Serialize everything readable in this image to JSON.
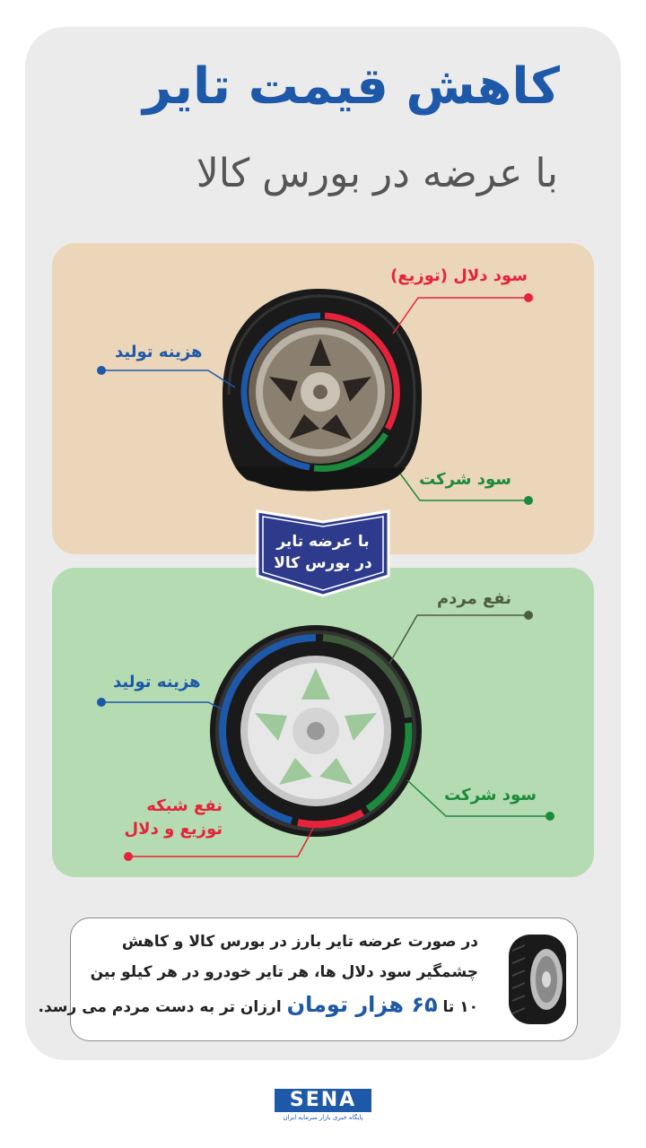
{
  "header": {
    "title": "کاهش قیمت تایر",
    "subtitle": "با عرضه در بورس کالا"
  },
  "before": {
    "labels": {
      "dealer_profit": "سود دلال (توزیع)",
      "production_cost": "هزینه تولید",
      "company_profit": "سود شرکت"
    }
  },
  "badge": {
    "line1": "با عرضه تایر",
    "line2": "در بورس کالا"
  },
  "after": {
    "labels": {
      "public_benefit": "نفع مردم",
      "production_cost": "هزینه تولید",
      "company_profit": "سود شرکت",
      "network_benefit_line1": "نفع شبکه",
      "network_benefit_line2": "توزیع و دلال"
    }
  },
  "info": {
    "line1": "در صورت عرضه تایر بارز در بورس کالا و کاهش",
    "line2": "چشمگیر سود دلال ها، هر تایر خودرو در هر کیلو بین",
    "line3_prefix": "۱۰ تا",
    "line3_highlight": "۶۵ هزار تومان",
    "line3_suffix": "ارزان تر به دست مردم می رسد."
  },
  "logo": {
    "name": "SENA",
    "tagline": "پایگاه خبری بازار سرمایه ایران"
  },
  "colors": {
    "blue": "#1e58a8",
    "red": "#e5233a",
    "green": "#1c8a3c",
    "olive": "#4d5d3f",
    "panel_top": "#ecd6b9",
    "panel_bottom": "#b4dbb2"
  }
}
